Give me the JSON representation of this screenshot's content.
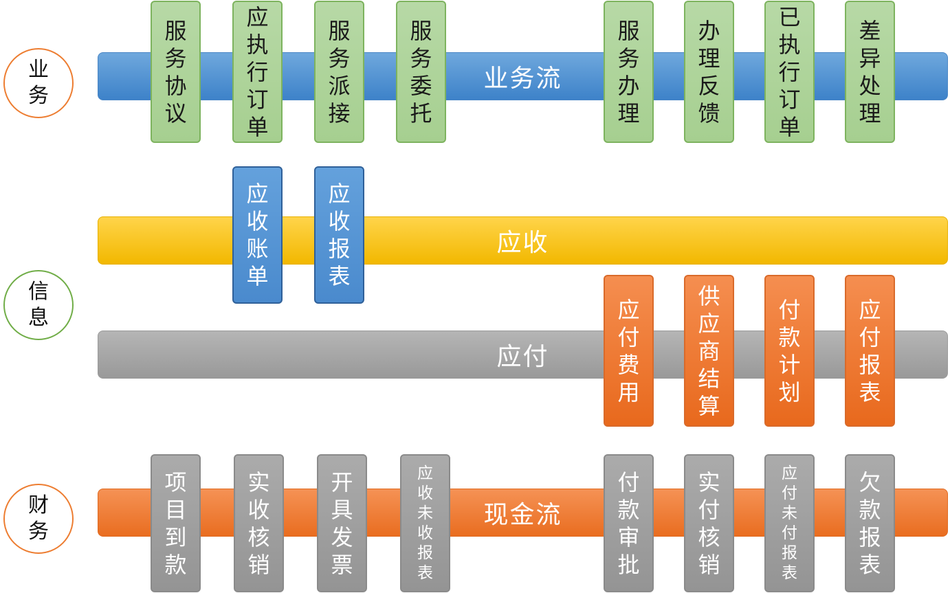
{
  "rows": {
    "business": {
      "circle": "业务",
      "bar": "业务流",
      "boxes": [
        "服务协议",
        "应执行订单",
        "服务派接",
        "服务委托",
        "服务办理",
        "办理反馈",
        "已执行订单",
        "差异处理"
      ]
    },
    "info": {
      "circle": "信息",
      "receivable_bar": "应收",
      "receivable_boxes": [
        "应收账单",
        "应收报表"
      ],
      "payable_bar": "应付",
      "payable_boxes": [
        "应付费用",
        "供应商结算",
        "付款计划",
        "应付报表"
      ]
    },
    "finance": {
      "circle": "财务",
      "bar": "现金流",
      "boxes": [
        "项目到款",
        "实收核销",
        "开具发票",
        "应收未收报表",
        "付款审批",
        "实付核销",
        "应付未付报表",
        "欠款报表"
      ]
    }
  },
  "colors": {
    "business_bar": "#4A8FD6",
    "receivable_bar": "#F7C200",
    "payable_bar": "#A5A5A5",
    "cashflow_bar": "#ED7D31",
    "business_box": "#A9D18E",
    "receivable_box": "#5B9BD5",
    "payable_box": "#ED7D31",
    "finance_box": "#A5A5A5",
    "circle_border_business": "#ED7D31",
    "circle_border_info": "#70AD47",
    "circle_border_finance": "#ED7D31"
  }
}
